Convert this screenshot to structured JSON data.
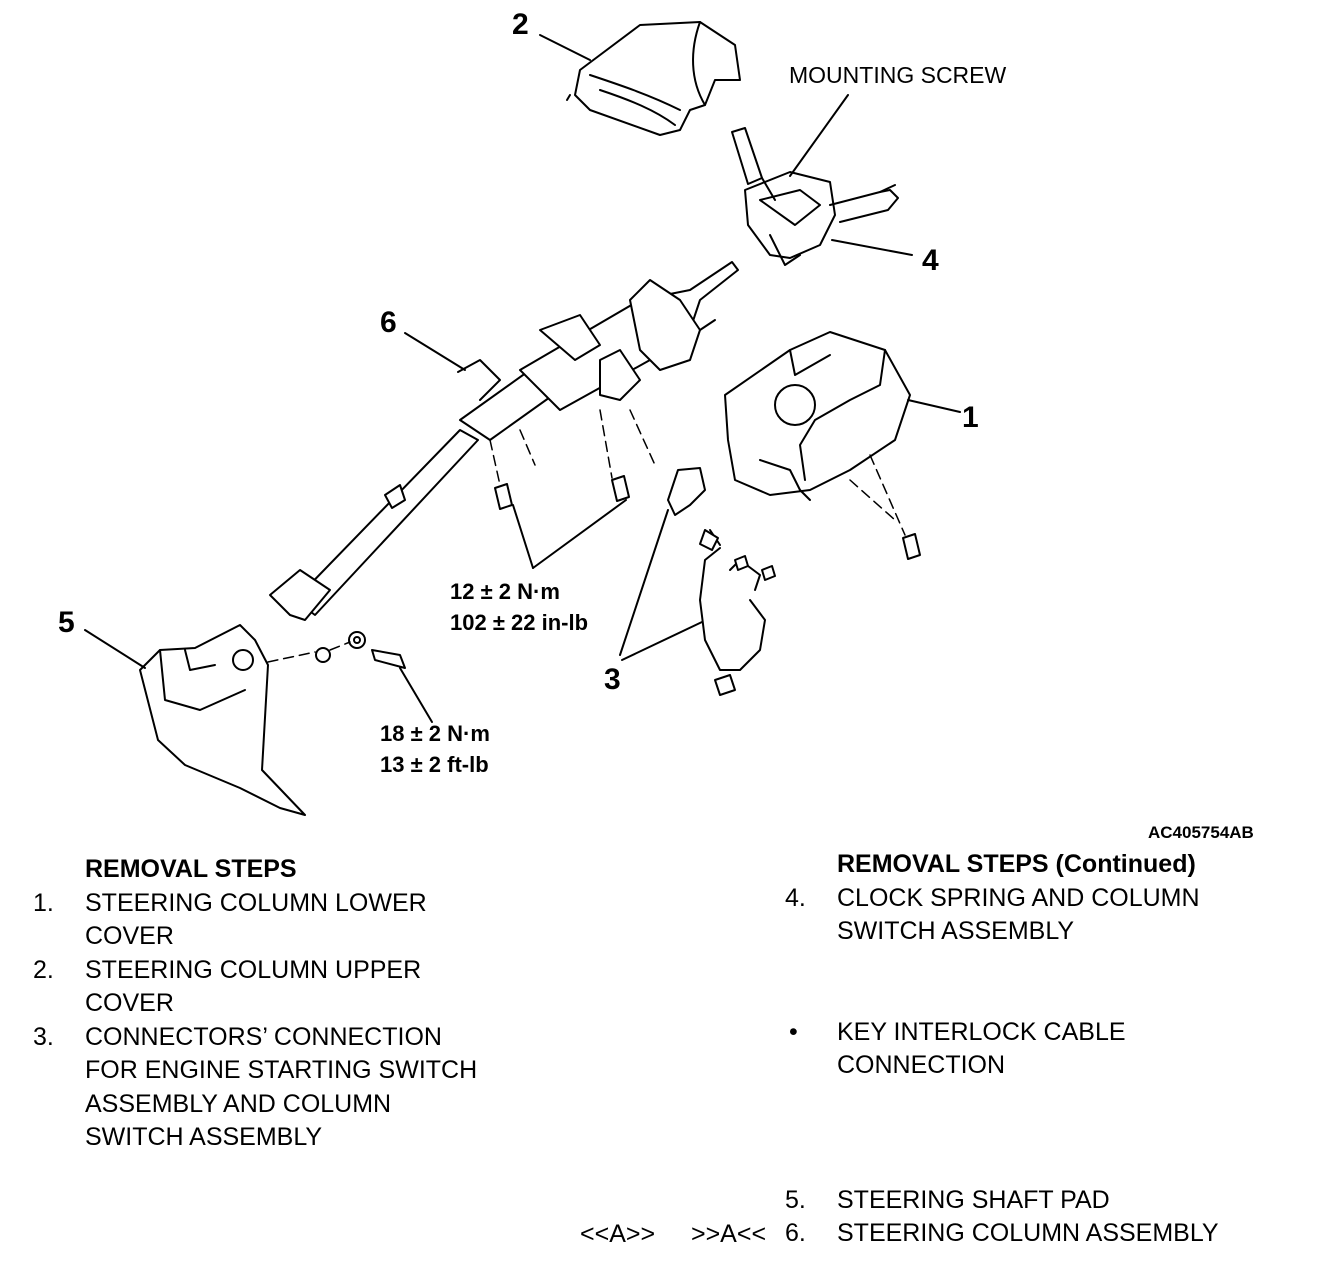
{
  "diagram": {
    "callouts": [
      "1",
      "2",
      "3",
      "4",
      "5",
      "6"
    ],
    "mounting_screw_label": "MOUNTING SCREW",
    "torque_upper": [
      "12 ± 2 N·m",
      "102 ± 22 in-lb"
    ],
    "torque_lower": [
      "18 ± 2 N·m",
      "13 ± 2 ft-lb"
    ],
    "figure_id": "AC405754AB"
  },
  "left_steps": {
    "heading": "REMOVAL STEPS",
    "items": [
      {
        "num": "1.",
        "text": "STEERING COLUMN LOWER\nCOVER"
      },
      {
        "num": "2.",
        "text": "STEERING COLUMN UPPER\nCOVER"
      },
      {
        "num": "3.",
        "text": "CONNECTORS’ CONNECTION\nFOR ENGINE STARTING SWITCH\nASSEMBLY AND COLUMN\nSWITCH ASSEMBLY"
      }
    ]
  },
  "right_steps": {
    "heading": "REMOVAL STEPS (Continued)",
    "items": [
      {
        "num": "4.",
        "text": "CLOCK SPRING AND COLUMN\nSWITCH ASSEMBLY"
      },
      {
        "num": "•",
        "text": "KEY INTERLOCK CABLE\nCONNECTION"
      },
      {
        "num": "5.",
        "text": "STEERING SHAFT PAD"
      },
      {
        "num": "6.",
        "text": "STEERING COLUMN ASSEMBLY"
      }
    ],
    "ref_install": "<<A>>",
    "ref_remove": ">>A<<"
  }
}
